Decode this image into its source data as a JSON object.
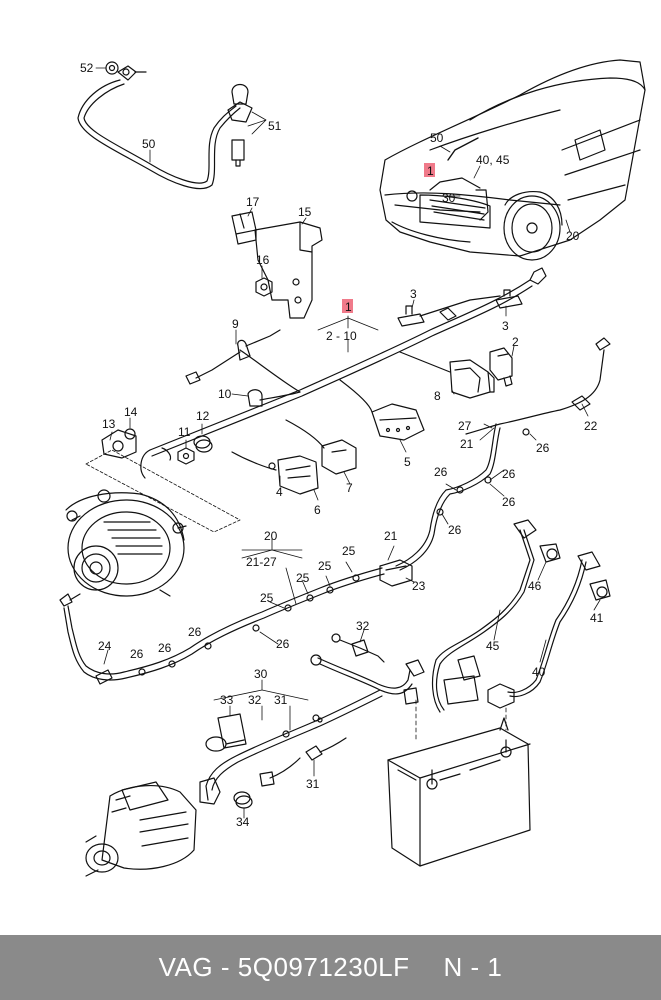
{
  "colors": {
    "footer_bg": "#8a8a8a",
    "footer_text": "#ffffff",
    "highlight": "#f07a8a",
    "line": "#111111"
  },
  "callouts": {
    "c52": "52",
    "c51": "51",
    "c50": "50",
    "c17": "17",
    "c15": "15",
    "c16": "16",
    "c1_top": "1",
    "c2_10": "2 - 10",
    "c3a": "3",
    "c3b": "3",
    "c2": "2",
    "c9": "9",
    "c8": "8",
    "c10": "10",
    "c13": "13",
    "c14": "14",
    "c11": "11",
    "c12": "12",
    "c27": "27",
    "c21a": "21",
    "c22": "22",
    "c26a": "26",
    "c26b": "26",
    "c26c": "26",
    "c26d": "26",
    "c26e": "26",
    "c5": "5",
    "c4": "4",
    "c7": "7",
    "c6": "6",
    "c20": "20",
    "c21_27": "21-27",
    "c25a": "25",
    "c25b": "25",
    "c25c": "25",
    "c25d": "25",
    "c21b": "21",
    "c23": "23",
    "c46": "46",
    "c41": "41",
    "c45": "45",
    "c40": "40",
    "c24": "24",
    "c26f": "26",
    "c26g": "26",
    "c26h": "26",
    "c26i": "26",
    "c32": "32",
    "c30": "30",
    "c33": "33",
    "c32b": "32",
    "c31": "31",
    "c31b": "31",
    "c34": "34",
    "car_50": "50",
    "car_1": "1",
    "car_40_45": "40, 45",
    "car_30": "30",
    "car_20": "20"
  },
  "footer": {
    "brand": "VAG",
    "dash": "-",
    "part_number": "5Q0971230LF",
    "page": "N - 1"
  }
}
